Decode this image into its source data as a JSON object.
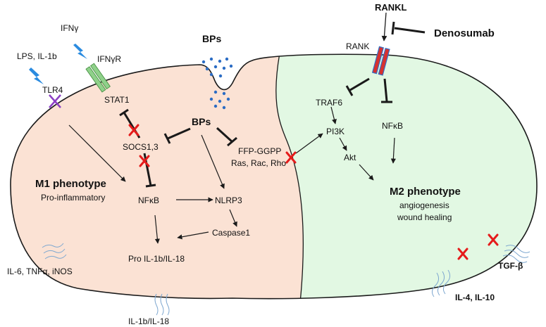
{
  "colors": {
    "m1_fill": "#fbe2d4",
    "m2_fill": "#e2f8e3",
    "outline": "#1a1a1a",
    "blocked_x": "#e51b1b",
    "receptor_green": "#8fd18a",
    "receptor_red": "#d7322f",
    "receptor_blue": "#2f6fc7",
    "bolt_blue": "#2a8be0",
    "dot_blue": "#2b6cc4",
    "tlr4_purple": "#8b3fc4"
  },
  "icons": [
    "lightning-bolt-icon",
    "receptor-icon",
    "blocked-x-icon",
    "secretion-wave-icon"
  ],
  "stimuli": {
    "ifng": "IFNγ",
    "lps": "LPS, IL-1b",
    "rankl": "RANKL",
    "denosumab": "Denosumab",
    "bps_outside": "BPs"
  },
  "receptors": {
    "tlr4": "TLR4",
    "ifngr": "IFNγR",
    "rank": "RANK"
  },
  "m1": {
    "title": "M1 phenotype",
    "subtitle": "Pro-inflammatory",
    "nodes": {
      "stat1": "STAT1",
      "socs": "SOCS1,3",
      "bps_inside": "BPs",
      "ffp": "FFP-GGPP",
      "ras": "Ras, Rac, Rho",
      "nfkb": "NFκB",
      "nlrp3": "NLRP3",
      "caspase": "Caspase1",
      "pro_il": "Pro IL-1b/IL-18"
    },
    "outputs": {
      "cytokines": "IL-6, TNFα, iNOS",
      "il1b": "IL-1b/IL-18"
    }
  },
  "m2": {
    "title": "M2 phenotype",
    "line1": "angiogenesis",
    "line2": "wound healing",
    "nodes": {
      "traf6": "TRAF6",
      "pi3k": "PI3K",
      "akt": "Akt",
      "nfkb": "NFκB"
    },
    "outputs": {
      "tgfb": "TGF-β",
      "il4": "IL-4, IL-10"
    }
  }
}
